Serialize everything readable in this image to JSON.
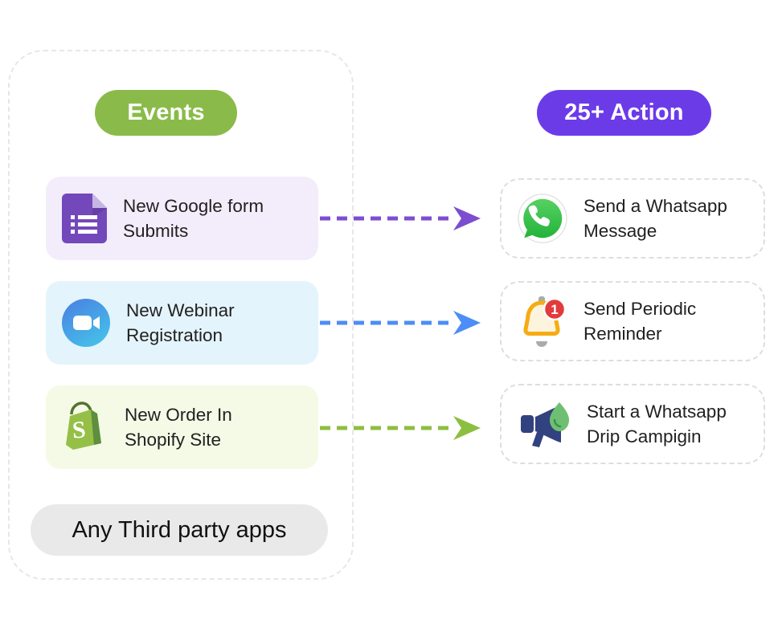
{
  "page": {
    "background": "#ffffff"
  },
  "events_column": {
    "header": {
      "label": "Events",
      "bg_color": "#8ABB4A",
      "text_color": "#ffffff"
    },
    "cards": [
      {
        "icon": "google-forms-icon",
        "bg_color": "#F3EDFB",
        "lines": [
          "New Google form",
          "Submits"
        ]
      },
      {
        "icon": "zoom-icon",
        "bg_color": "#E4F4FC",
        "lines": [
          "New Webinar",
          "Registration"
        ]
      },
      {
        "icon": "shopify-icon",
        "bg_color": "#F4FAE6",
        "lines": [
          "New Order In",
          "Shopify Site"
        ]
      }
    ],
    "footer_pill": {
      "label": "Any Third party apps",
      "bg_color": "#E9E9E9",
      "text_color": "#111111"
    }
  },
  "connectors": [
    {
      "name": "google-form-to-whatsapp-message",
      "color": "#7C4DD1",
      "style": "dashed-arrow"
    },
    {
      "name": "webinar-to-periodic-reminder",
      "color": "#4C8DF6",
      "style": "dashed-arrow"
    },
    {
      "name": "shopify-to-drip-campaign",
      "color": "#8CBF3F",
      "style": "dashed-arrow"
    }
  ],
  "actions_column": {
    "header": {
      "label": "25+ Action",
      "bg_color": "#6C3BE8",
      "text_color": "#ffffff"
    },
    "cards": [
      {
        "icon": "whatsapp-icon",
        "lines": [
          "Send a Whatsapp",
          "Message"
        ]
      },
      {
        "icon": "bell-icon",
        "badge": "1",
        "lines": [
          "Send Periodic",
          "Reminder"
        ]
      },
      {
        "icon": "megaphone-icon",
        "lines": [
          "Start a Whatsapp",
          "Drip Campigin"
        ]
      }
    ]
  }
}
